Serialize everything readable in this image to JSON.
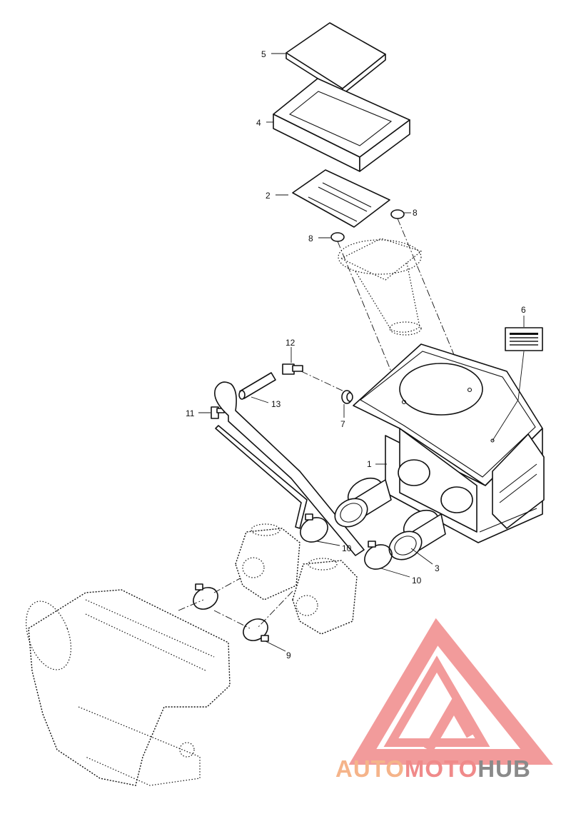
{
  "callouts": {
    "c5": "5",
    "c4": "4",
    "c2": "2",
    "c8a": "8",
    "c8b": "8",
    "c6": "6",
    "c12": "12",
    "c13": "13",
    "c11": "11",
    "c7": "7",
    "c1": "1",
    "c10a": "10",
    "c3": "3",
    "c10b": "10",
    "c9": "9"
  },
  "watermark": {
    "part1": "AUTO",
    "part2": "MOTO",
    "part3": "HUB",
    "color_light": "#f5b48a",
    "color_mid": "#f08a8a",
    "color_dark": "#8a8a8a"
  }
}
